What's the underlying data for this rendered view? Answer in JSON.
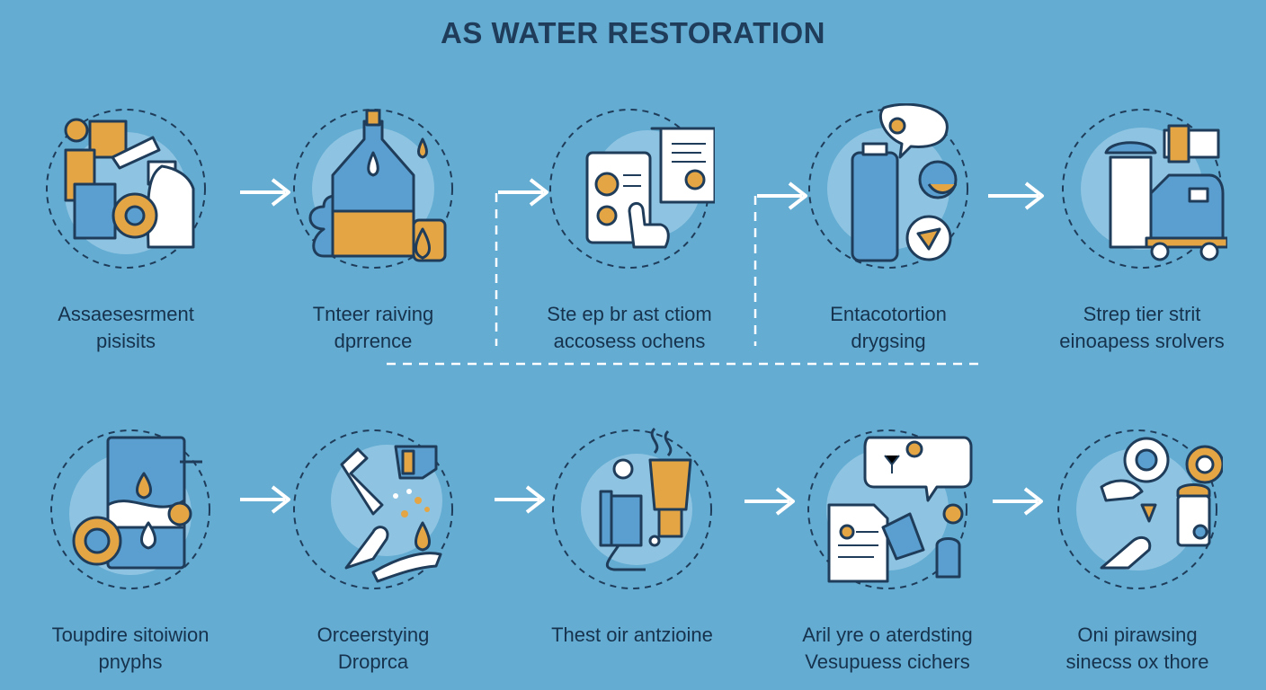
{
  "title": "AS WATER RESTORATION",
  "colors": {
    "background": "#64acd2",
    "line": "#1f3d5a",
    "accent": "#e4a545",
    "fill_blue": "#5b9fd0",
    "circle_light": "#8ec4e2"
  },
  "steps_top": [
    {
      "line1": "Assaesesrment",
      "line2": "pisisits",
      "icon": "assessment-icon"
    },
    {
      "line1": "Tnteer raiving",
      "line2": "dprrence",
      "icon": "water-bottle-icon"
    },
    {
      "line1": "Ste ep br ast ctiom",
      "line2": "accosess ochens",
      "icon": "tablet-report-icon"
    },
    {
      "line1": "Entacotortion",
      "line2": "drygsing",
      "icon": "drying-tank-icon"
    },
    {
      "line1": "Strep tier strit",
      "line2": "einoapess srolvers",
      "icon": "equipment-truck-icon"
    }
  ],
  "steps_bottom": [
    {
      "line1": "Toupdire sitoiwion",
      "line2": "pnyphs",
      "icon": "tank-gear-icon"
    },
    {
      "line1": "Orceerstying",
      "line2": "Droprca",
      "icon": "faucet-hand-icon"
    },
    {
      "line1": "Thest oir antzioine",
      "line2": "",
      "icon": "machine-steam-icon"
    },
    {
      "line1": "Aril yre o aterdsting",
      "line2": "Vesupuess cichers",
      "icon": "document-chat-icon"
    },
    {
      "line1": "Oni pirawsing",
      "line2": "sinecss ox thore",
      "icon": "hand-gear-icon"
    }
  ]
}
